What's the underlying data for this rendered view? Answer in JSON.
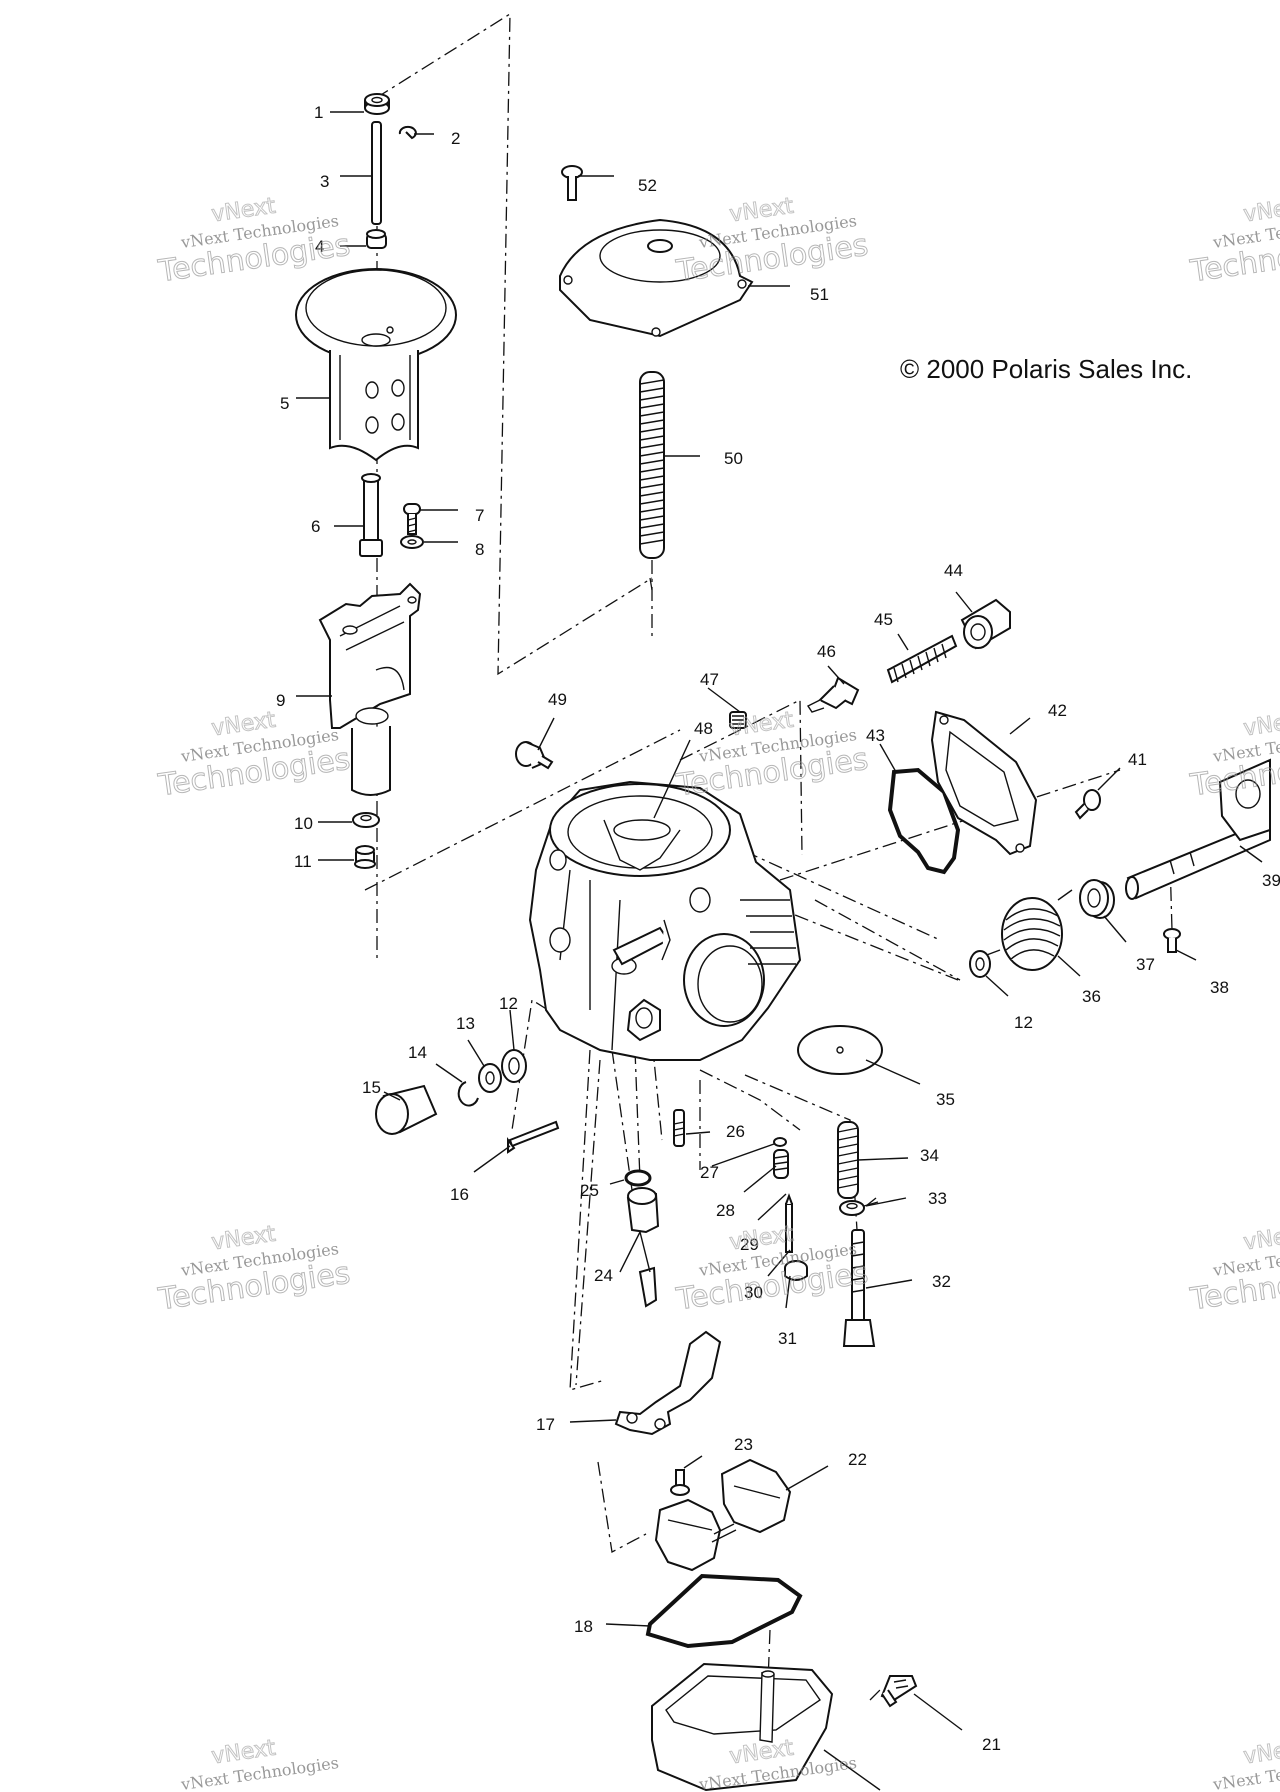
{
  "copyright": "© 2000 Polaris Sales Inc.",
  "watermark": {
    "line1": "vNext Technologies",
    "line2": "Technologies",
    "line3": "vNext"
  },
  "callouts": [
    {
      "id": "1",
      "label": "1"
    },
    {
      "id": "2",
      "label": "2"
    },
    {
      "id": "3",
      "label": "3"
    },
    {
      "id": "4",
      "label": "4"
    },
    {
      "id": "5",
      "label": "5"
    },
    {
      "id": "6",
      "label": "6"
    },
    {
      "id": "7",
      "label": "7"
    },
    {
      "id": "8",
      "label": "8"
    },
    {
      "id": "9",
      "label": "9"
    },
    {
      "id": "10",
      "label": "10"
    },
    {
      "id": "11",
      "label": "11"
    },
    {
      "id": "12a",
      "label": "12"
    },
    {
      "id": "12b",
      "label": "12"
    },
    {
      "id": "13",
      "label": "13"
    },
    {
      "id": "14",
      "label": "14"
    },
    {
      "id": "15",
      "label": "15"
    },
    {
      "id": "16",
      "label": "16"
    },
    {
      "id": "17",
      "label": "17"
    },
    {
      "id": "18",
      "label": "18"
    },
    {
      "id": "21",
      "label": "21"
    },
    {
      "id": "22",
      "label": "22"
    },
    {
      "id": "23",
      "label": "23"
    },
    {
      "id": "24",
      "label": "24"
    },
    {
      "id": "25",
      "label": "25"
    },
    {
      "id": "26",
      "label": "26"
    },
    {
      "id": "27",
      "label": "27"
    },
    {
      "id": "28",
      "label": "28"
    },
    {
      "id": "29",
      "label": "29"
    },
    {
      "id": "30",
      "label": "30"
    },
    {
      "id": "31",
      "label": "31"
    },
    {
      "id": "32",
      "label": "32"
    },
    {
      "id": "33",
      "label": "33"
    },
    {
      "id": "34",
      "label": "34"
    },
    {
      "id": "35",
      "label": "35"
    },
    {
      "id": "36",
      "label": "36"
    },
    {
      "id": "37",
      "label": "37"
    },
    {
      "id": "38",
      "label": "38"
    },
    {
      "id": "39",
      "label": "39"
    },
    {
      "id": "41",
      "label": "41"
    },
    {
      "id": "42",
      "label": "42"
    },
    {
      "id": "43",
      "label": "43"
    },
    {
      "id": "44",
      "label": "44"
    },
    {
      "id": "45",
      "label": "45"
    },
    {
      "id": "46",
      "label": "46"
    },
    {
      "id": "47",
      "label": "47"
    },
    {
      "id": "48",
      "label": "48"
    },
    {
      "id": "49",
      "label": "49"
    },
    {
      "id": "50",
      "label": "50"
    },
    {
      "id": "51",
      "label": "51"
    },
    {
      "id": "52",
      "label": "52"
    }
  ]
}
